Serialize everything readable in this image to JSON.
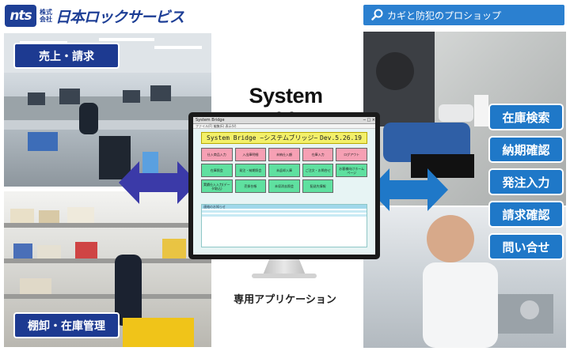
{
  "logo": {
    "mark": "nts",
    "kabu_top": "株式",
    "kabu_bottom": "会社",
    "name": "日本ロックサービス"
  },
  "banner": {
    "text": "カギと防犯のプロショップ",
    "icon": "search-icon"
  },
  "labels": {
    "sales": "売上・請求",
    "stock": "棚卸・在庫管理"
  },
  "title": "System Bridge",
  "caption": "専用アプリケーション",
  "features": [
    "在庫検索",
    "納期確認",
    "発注入力",
    "請求確認",
    "問い合せ"
  ],
  "screen": {
    "window_title": "System Bridge",
    "window_controls": "─ □ ×",
    "menu_bar": "ファイル(F)  編集(E)  表示(V)",
    "header_left": "System Bridge ~システムブリッジ~",
    "header_right": "Dev.5.26.19",
    "panel_header": "連絡のお知らせ",
    "buttons": [
      {
        "label": "仕入商品入力",
        "color": "pink"
      },
      {
        "label": "入出庫明細",
        "color": "pink"
      },
      {
        "label": "未納仕入額",
        "color": "pink"
      },
      {
        "label": "在庫入力",
        "color": "pink"
      },
      {
        "label": "ログアウト",
        "color": "pink"
      },
      {
        "label": "在庫照会",
        "color": "green"
      },
      {
        "label": "発注・納期照会",
        "color": "green"
      },
      {
        "label": "未返却入庫",
        "color": "green"
      },
      {
        "label": "ご注文・お問合せ",
        "color": "green"
      },
      {
        "label": "お客様向けホームページ",
        "color": "green"
      },
      {
        "label": "実績仕入入力(データ取込)",
        "color": "green"
      },
      {
        "label": "売掛台帳",
        "color": "green"
      },
      {
        "label": "未収消去照会",
        "color": "green"
      },
      {
        "label": "配送先情報",
        "color": "green"
      },
      {
        "label": "",
        "color": "empty"
      }
    ]
  },
  "colors": {
    "navy": "#1d3a91",
    "feature_blue": "#1f78c8",
    "banner_blue": "#2b80d0",
    "arrow_blue": "#3b3aa8"
  }
}
